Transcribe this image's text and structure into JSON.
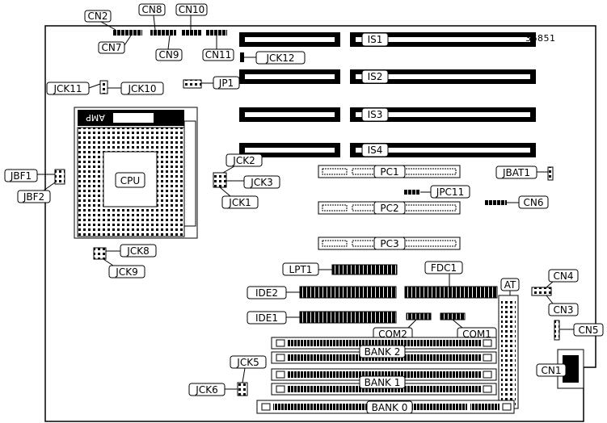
{
  "drawing_ref": "36851",
  "isa_slots": [
    "IS1",
    "IS2",
    "IS3",
    "IS4"
  ],
  "pci_slots": [
    "PC1",
    "PC2",
    "PC3"
  ],
  "memory_banks": [
    "BANK 2",
    "BANK 1",
    "BANK 0"
  ],
  "cpu": {
    "label": "CPU",
    "socket_brand": "AMP"
  },
  "connectors": {
    "cn2": "CN2",
    "cn7": "CN7",
    "cn8": "CN8",
    "cn9": "CN9",
    "cn10": "CN10",
    "cn11": "CN11",
    "cn6": "CN6",
    "cn4": "CN4",
    "cn3": "CN3",
    "cn5": "CN5",
    "cn1": "CN1",
    "lpt1": "LPT1",
    "fdc1": "FDC1",
    "ide1": "IDE1",
    "ide2": "IDE2",
    "com1": "COM1",
    "com2": "COM2",
    "at": "AT"
  },
  "jumpers": {
    "jck12": "JCK12",
    "jck11": "JCK11",
    "jck10": "JCK10",
    "jp1": "JP1",
    "jck2": "JCK2",
    "jck3": "JCK3",
    "jck1": "JCK1",
    "jbf1": "JBF1",
    "jbf2": "JBF2",
    "jck8": "JCK8",
    "jck9": "JCK9",
    "jpc11": "JPC11",
    "jbat1": "JBAT1",
    "jck5": "JCK5",
    "jck6": "JCK6"
  }
}
